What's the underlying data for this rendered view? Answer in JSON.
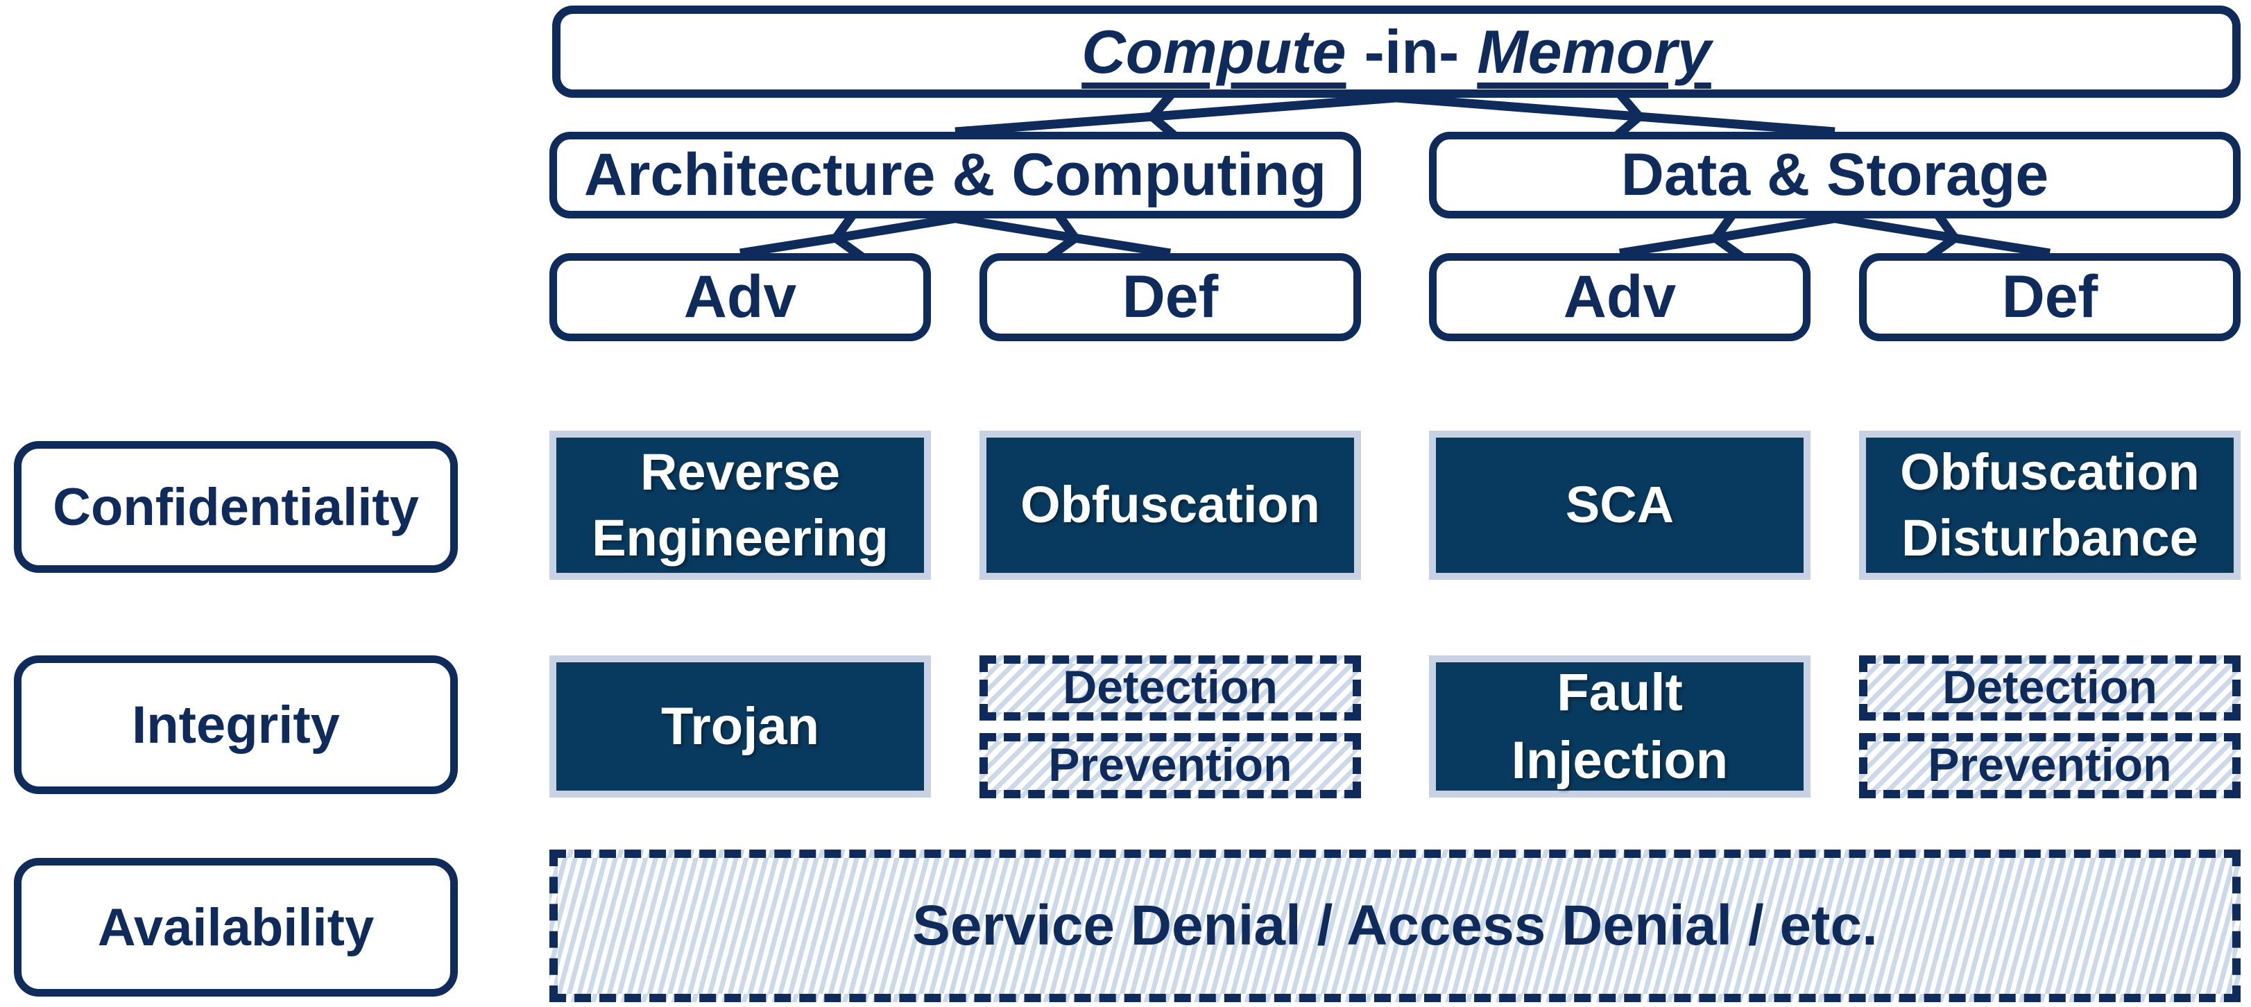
{
  "palette": {
    "navy": "#0f2b5b",
    "dark_fill": "#083a5f",
    "light_box_border": "#c7d3e5",
    "hatch_stripe": "#ccd9e9",
    "background": "#ffffff",
    "dark_box_text": "#ffffff"
  },
  "tree": {
    "root": {
      "word1": "Compute",
      "connector": "-in-",
      "word2": "Memory"
    },
    "branches": [
      {
        "label": "Architecture & Computing"
      },
      {
        "label": "Data & Storage"
      }
    ],
    "leaves": [
      {
        "label": "Adv"
      },
      {
        "label": "Def"
      },
      {
        "label": "Adv"
      },
      {
        "label": "Def"
      }
    ]
  },
  "matrix": {
    "rows": [
      {
        "label": "Confidentiality"
      },
      {
        "label": "Integrity"
      },
      {
        "label": "Availability"
      }
    ],
    "confidentiality": {
      "cells": [
        "Reverse Engineering",
        "Obfuscation",
        "SCA",
        "Obfuscation Disturbance"
      ]
    },
    "integrity": {
      "adv1": "Trojan",
      "def1": [
        "Detection",
        "Prevention"
      ],
      "adv2": "Fault Injection",
      "def2": [
        "Detection",
        "Prevention"
      ]
    },
    "availability": {
      "bar": "Service Denial / Access Denial / etc."
    }
  }
}
